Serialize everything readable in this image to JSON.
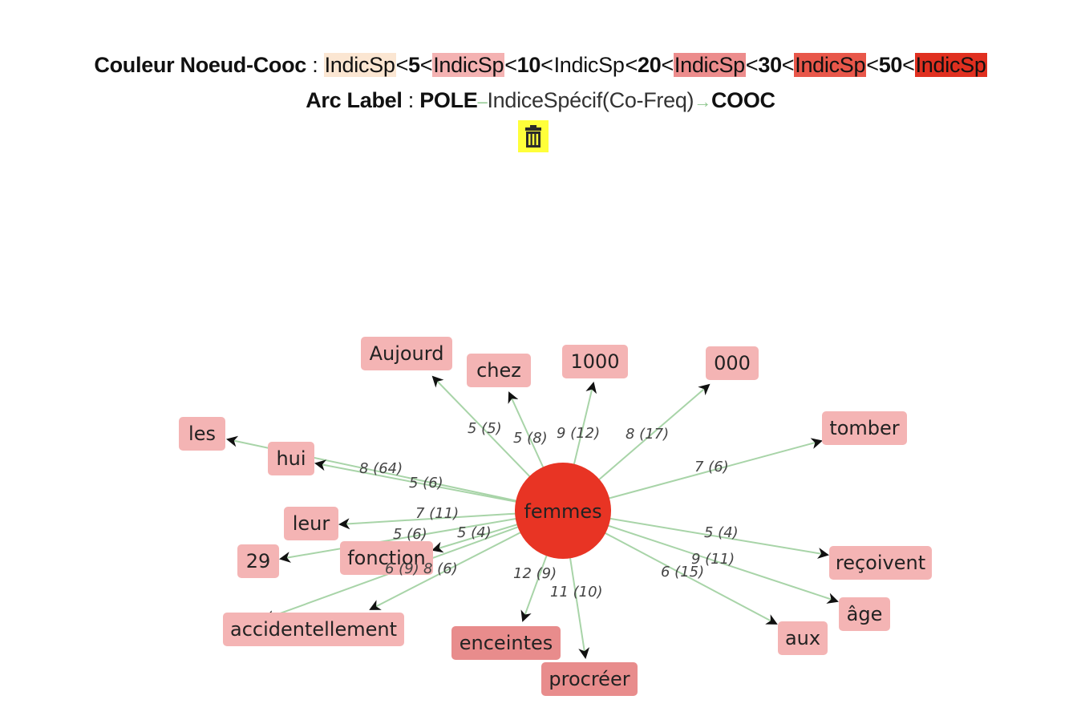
{
  "legend": {
    "title": "Couleur Noeud-Cooc",
    "colon": " : ",
    "item_label": "IndicSp",
    "lt": "<",
    "thresholds": [
      "5",
      "10",
      "20",
      "30",
      "50"
    ],
    "colors": [
      "#fbe6d2",
      "#f4b2b2",
      "#ffffff",
      "#ec8c8c",
      "#e8574a",
      "#e03020"
    ]
  },
  "arc_label": {
    "title": "Arc Label",
    "colon": " : ",
    "pole": "POLE",
    "measure": "IndiceSpécif(Co-Freq)",
    "cooc": "COOC",
    "dash": "–",
    "arrow": "→"
  },
  "toolbar": {
    "delete_icon": "trash-icon"
  },
  "graph": {
    "center": {
      "label": "femmes",
      "color": "#e83424"
    },
    "nodes": [
      {
        "label": "Aujourd",
        "edge_label": "5 (5)",
        "color": "#f4b4b4"
      },
      {
        "label": "chez",
        "edge_label": "5 (8)",
        "color": "#f4b4b4"
      },
      {
        "label": "1000",
        "edge_label": "9 (12)",
        "color": "#f4b4b4"
      },
      {
        "label": "000",
        "edge_label": "8 (17)",
        "color": "#f4b4b4"
      },
      {
        "label": "tomber",
        "edge_label": "7 (6)",
        "color": "#f4b4b4"
      },
      {
        "label": "les",
        "edge_label": "8 (64)",
        "color": "#f4b4b4"
      },
      {
        "label": "hui",
        "edge_label": "5 (6)",
        "color": "#f4b4b4"
      },
      {
        "label": "leur",
        "edge_label": "7 (11)",
        "color": "#f4b4b4"
      },
      {
        "label": "29",
        "edge_label": "5 (6)",
        "color": "#f4b4b4"
      },
      {
        "label": "fonction",
        "edge_label": "5 (4)",
        "color": "#f4b4b4"
      },
      {
        "label": "accidentellement",
        "edge_label": "6 (9)",
        "color": "#f4b4b4"
      },
      {
        "label": "enceintes",
        "edge_label": "12 (9)",
        "color": "#e88c8c"
      },
      {
        "label": "procréer",
        "edge_label": "11 (10)",
        "color": "#e88c8c"
      },
      {
        "label": "reçoivent",
        "edge_label": "5 (4)",
        "color": "#f4b4b4"
      },
      {
        "label": "âge",
        "edge_label": "9 (11)",
        "color": "#f4b4b4"
      },
      {
        "label": "aux",
        "edge_label": "6 (15)",
        "color": "#f4b4b4"
      }
    ],
    "extra_edges": [
      {
        "to": "fonction",
        "edge_label": "8 (6)"
      }
    ]
  }
}
